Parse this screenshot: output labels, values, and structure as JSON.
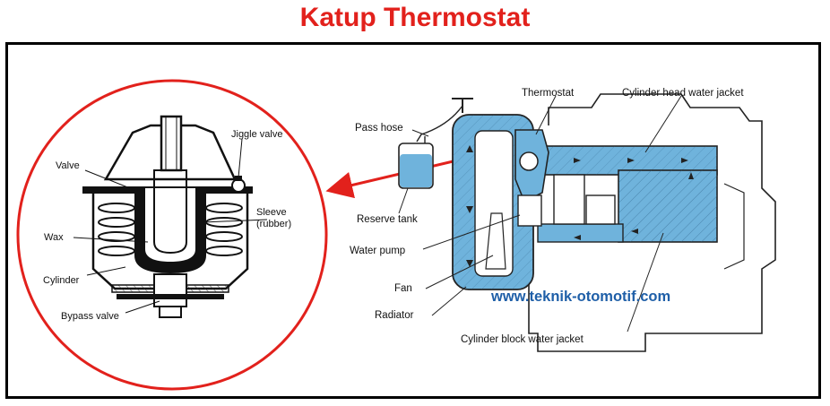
{
  "title": "Katup Thermostat",
  "website": "www.teknik-otomotif.com",
  "colors": {
    "title": "#e2211c",
    "circle": "#e2211c",
    "arrow": "#e2211c",
    "coolant": "#6fb3dc",
    "website": "#1f5fa8",
    "frame": "#000000"
  },
  "thermostat_labels": {
    "jiggle_valve": "Jiggle valve",
    "valve": "Valve",
    "sleeve": "Sleeve",
    "rubber": "(rubber)",
    "wax": "Wax",
    "cylinder": "Cylinder",
    "bypass_valve": "Bypass valve"
  },
  "system_labels": {
    "thermostat": "Thermostat",
    "cylinder_head_water_jacket": "Cylinder head water jacket",
    "pass_hose": "Pass hose",
    "reserve_tank": "Reserve tank",
    "water_pump": "Water pump",
    "fan": "Fan",
    "radiator": "Radiator",
    "cylinder_block_water_jacket": "Cylinder block water jacket"
  }
}
